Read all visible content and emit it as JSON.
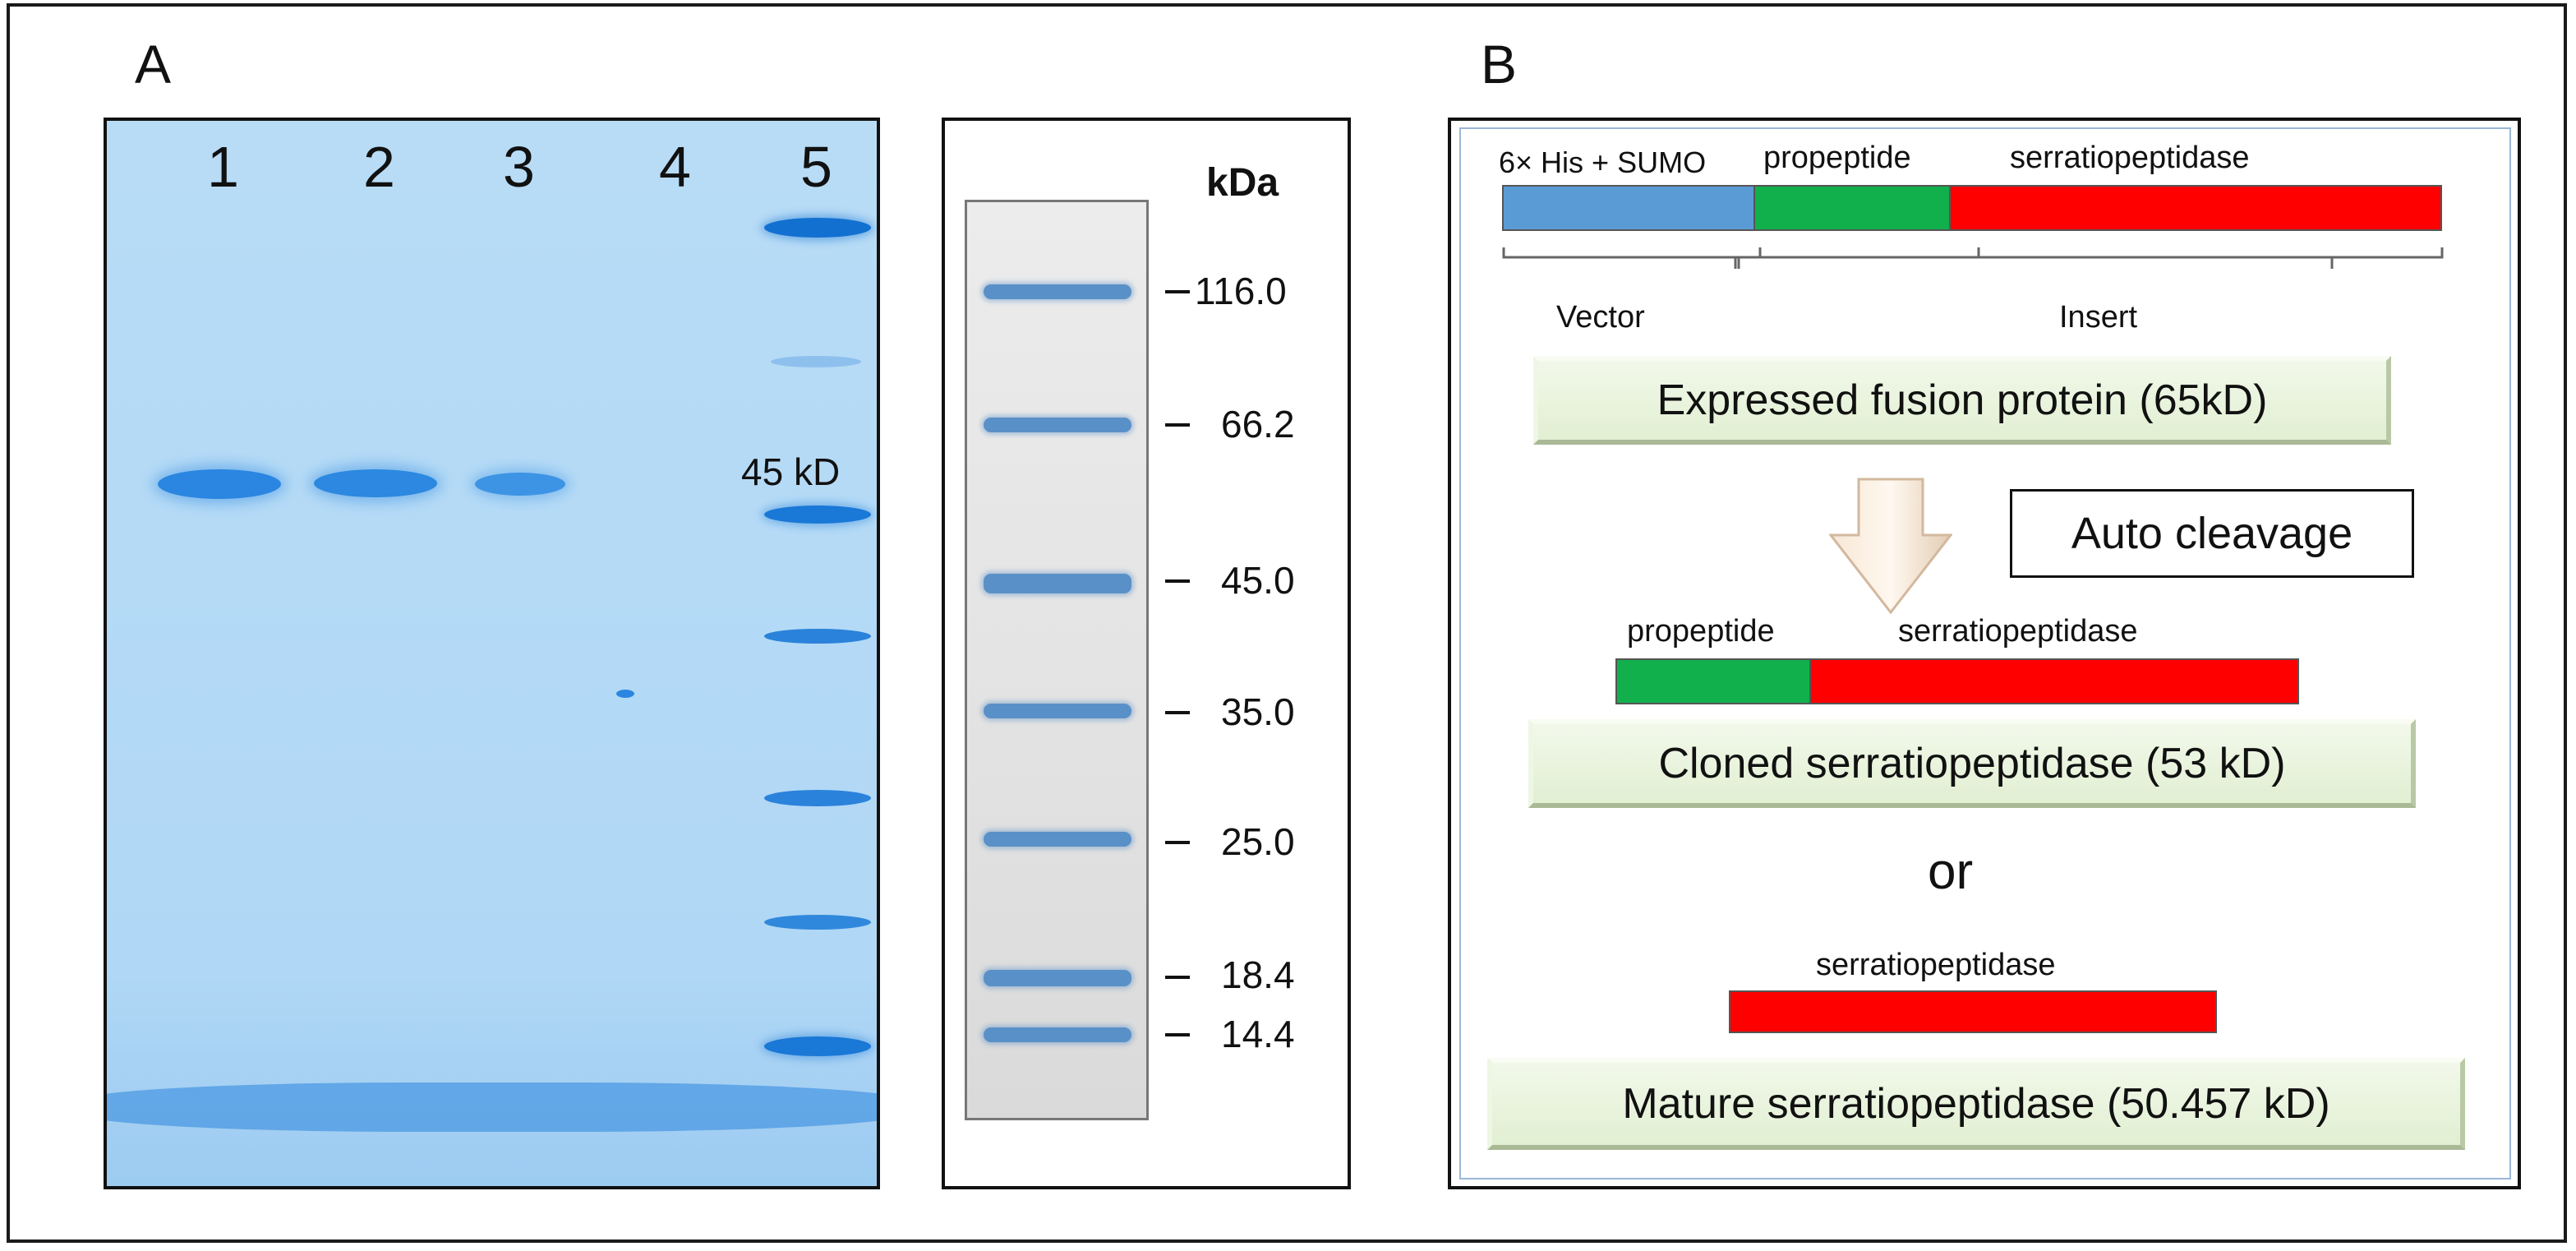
{
  "panels": {
    "a_label": "A",
    "b_label": "B"
  },
  "gel": {
    "lanes": [
      "1",
      "2",
      "3",
      "4",
      "5"
    ],
    "band_label": "45 kD"
  },
  "marker": {
    "unit": "kDa",
    "ladder": [
      "116.0",
      "66.2",
      "45.0",
      "35.0",
      "25.0",
      "18.4",
      "14.4"
    ]
  },
  "construct": {
    "top_segments": {
      "vector_tag": "6× His + SUMO",
      "propeptide": "propeptide",
      "protease": "serratiopeptidase"
    },
    "vector_label": "Vector",
    "insert_label": "Insert",
    "expressed": "Expressed fusion protein (65kD)",
    "auto_cleavage": "Auto cleavage",
    "cloned_segments": {
      "propeptide": "propeptide",
      "protease": "serratiopeptidase"
    },
    "cloned": "Cloned serratiopeptidase (53 kD)",
    "or_label": "or",
    "mature_segment": "serratiopeptidase",
    "mature": "Mature serratiopeptidase (50.457 kD)"
  },
  "colors": {
    "vector": "#5b9bd5",
    "propeptide": "#12b04c",
    "protease": "#ff0000",
    "gel_band": "#1f7fdc"
  }
}
